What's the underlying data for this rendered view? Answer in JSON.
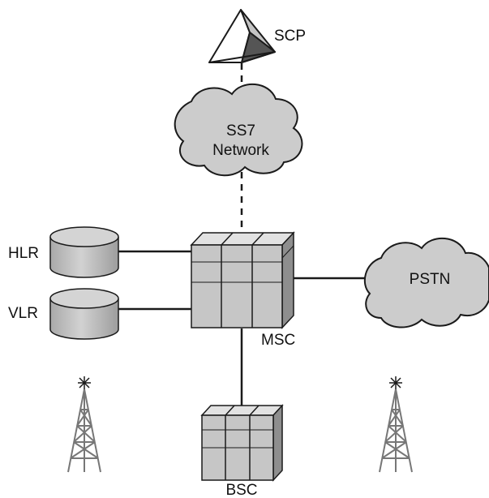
{
  "diagram": {
    "nodes": {
      "scp": {
        "label": "SCP",
        "icon": "scp-pyramid-icon"
      },
      "ss7": {
        "label_line1": "SS7",
        "label_line2": "Network",
        "icon": "cloud-icon"
      },
      "hlr": {
        "label": "HLR",
        "icon": "database-cylinder-icon"
      },
      "vlr": {
        "label": "VLR",
        "icon": "database-cylinder-icon"
      },
      "msc": {
        "label": "MSC",
        "icon": "switch-cabinet-icon"
      },
      "pstn": {
        "label": "PSTN",
        "icon": "cloud-icon"
      },
      "bsc": {
        "label": "BSC",
        "icon": "switch-cabinet-icon"
      },
      "towers": [
        {
          "icon": "cell-tower-icon"
        },
        {
          "icon": "cell-tower-icon"
        }
      ]
    },
    "links": [
      {
        "from": "SCP",
        "to": "SS7 Network",
        "style": "dashed"
      },
      {
        "from": "SS7 Network",
        "to": "MSC",
        "style": "dashed"
      },
      {
        "from": "HLR",
        "to": "MSC",
        "style": "solid"
      },
      {
        "from": "VLR",
        "to": "MSC",
        "style": "solid"
      },
      {
        "from": "MSC",
        "to": "PSTN",
        "style": "solid"
      },
      {
        "from": "MSC",
        "to": "BSC",
        "style": "solid"
      }
    ],
    "colors": {
      "fill_gray": "#cccccc",
      "fill_dark": "#555555",
      "stroke": "#1a1a1a",
      "tower": "#777777",
      "background": "#ffffff"
    }
  }
}
